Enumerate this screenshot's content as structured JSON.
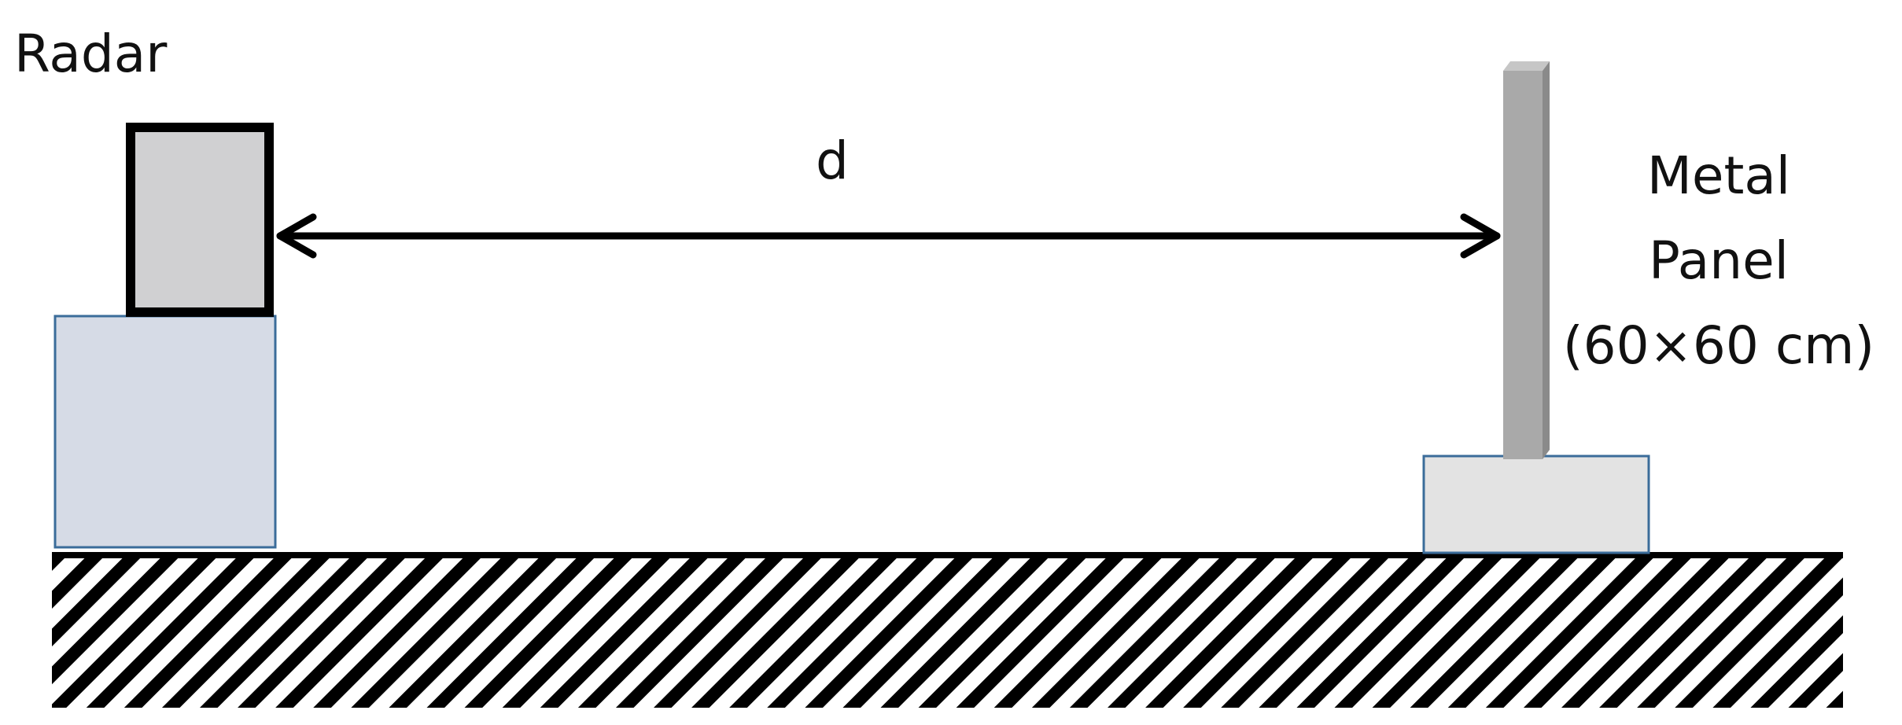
{
  "labels": {
    "radar": "Radar",
    "distance": "d",
    "panel_line1": "Metal",
    "panel_line2": "Panel",
    "panel_size": "(60×60 cm)"
  },
  "colors": {
    "outline": "#000000",
    "radar_fill": "#d0d0d2",
    "radar_stand_fill": "#d6dbe6",
    "stand_border": "#3b6c9a",
    "panel_face": "#a9a9a9",
    "panel_side": "#8a8a8a",
    "panel_top": "#c6c6c6",
    "panel_base_fill": "#e3e3e3",
    "ground_hatch": "#000000"
  },
  "icons": {
    "distance_arrow": "double-headed-arrow",
    "ground": "hatched-ground"
  }
}
